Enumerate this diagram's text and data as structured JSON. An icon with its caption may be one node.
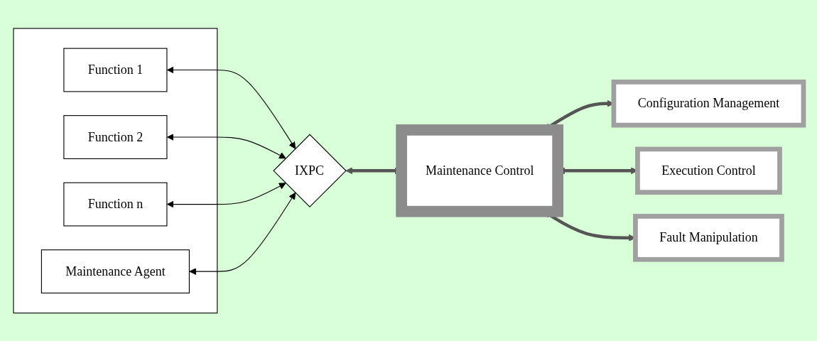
{
  "diagram": {
    "nodes": [
      {
        "text": [],
        "shape": "box"
      },
      {
        "text": [
          "Function 1"
        ],
        "in": 0
      },
      {
        "text": [
          "Function 2"
        ],
        "in": 0
      },
      {
        "text": [
          "Function n"
        ],
        "in": 0
      },
      {
        "text": [
          "Maintenance Agent"
        ],
        "in": 0
      },
      {
        "text": [
          "IXPC"
        ]
      },
      {
        "text": [
          "Maintenance Control"
        ]
      },
      {
        "text": [
          "Configuration Management"
        ]
      },
      {
        "text": [
          "Execution Control"
        ]
      },
      {
        "text": [
          "Fault Manipulation"
        ]
      }
    ],
    "edges": [
      {
        "from": 1,
        "to": 5,
        "arrow": "both"
      },
      {
        "from": 2,
        "to": 5,
        "arrow": "both"
      },
      {
        "from": 3,
        "to": 5,
        "arrow": "both"
      },
      {
        "from": 4,
        "to": 5,
        "arrow": "both"
      },
      {
        "from": 5,
        "to": 6,
        "arrow": "both",
        "style": "thick",
        "color": "#555555"
      },
      {
        "from": 6,
        "to": 7,
        "arrow": "both",
        "style": "thick",
        "color": "#555555"
      },
      {
        "from": 6,
        "to": 8,
        "arrow": "both",
        "style": "thick",
        "color": "#555555"
      },
      {
        "from": 6,
        "to": 9,
        "arrow": "both",
        "style": "thick",
        "color": "#555555"
      }
    ]
  }
}
